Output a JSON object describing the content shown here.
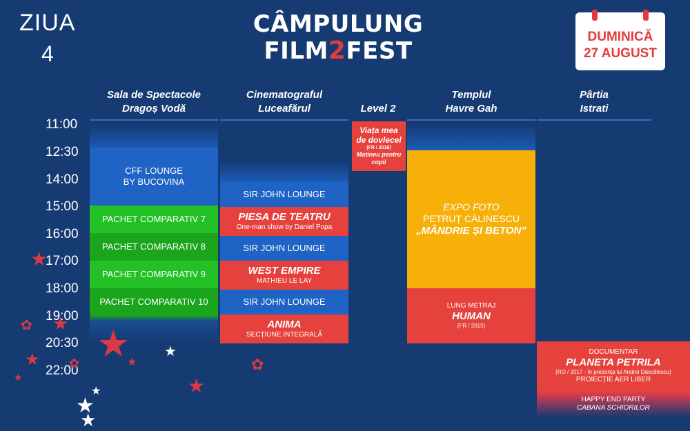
{
  "header": {
    "day_label": "ZIUA",
    "day_number": "4",
    "logo_line1": "CÂMPULUNG",
    "logo_line2_a": "FILM",
    "logo_line2_b": "2",
    "logo_line2_c": "FEST",
    "date_line1": "DUMINICĂ",
    "date_line2": "27 AUGUST"
  },
  "venues": [
    {
      "line1": "Sala de Spectacole",
      "line2": "Dragoș Vodă"
    },
    {
      "line1": "Cinematograful",
      "line2": "Luceafărul"
    },
    {
      "line1": "",
      "line2": "Level 2"
    },
    {
      "line1": "Templul",
      "line2": "Havre Gah"
    },
    {
      "line1": "Pârtia",
      "line2": "Istrati"
    }
  ],
  "times": [
    "11:00",
    "12:30",
    "14:00",
    "15:00",
    "16:00",
    "17:00",
    "18:00",
    "19:00",
    "20:30",
    "22:00"
  ],
  "events": {
    "cff_lounge": {
      "line1": "CFF LOUNGE",
      "line2": "BY BUCOVINA"
    },
    "pachet7": "PACHET COMPARATIV 7",
    "pachet8": "PACHET COMPARATIV 8",
    "pachet9": "PACHET COMPARATIV 9",
    "pachet10": "PACHET COMPARATIV 10",
    "sir_john_1": "SIR JOHN LOUNGE",
    "piesa": {
      "title": "PIESA DE TEATRU",
      "sub": "One-man show by Daniel Popa"
    },
    "sir_john_2": "SIR JOHN LOUNGE",
    "west_empire": {
      "title": "WEST EMPIRE",
      "sub": "MATHIEU LE LAY"
    },
    "sir_john_3": "SIR JOHN LOUNGE",
    "anima": {
      "title": "ANIMA",
      "sub": "SECȚIUNE INTEGRALĂ"
    },
    "viata": {
      "title1": "Viața mea",
      "title2": "de dovlecel",
      "meta": "(FR / 2016)",
      "sub1": "Matineu pentru",
      "sub2": "copii"
    },
    "expo": {
      "line1": "EXPO FOTO",
      "line2": "PETRUȚ CĂLINESCU",
      "line3": "„MÂNDRIE ȘI BETON”"
    },
    "human": {
      "pre": "LUNG METRAJ",
      "title": "HUMAN",
      "meta": "(FR / 2015)"
    },
    "planeta": {
      "pre": "DOCUMENTAR",
      "title": "PLANETA PETRILA",
      "meta": "(RO / 2017 - în prezența lui Andrei Dăscălescu)",
      "sub": "PROIECȚIE AER LIBER"
    },
    "happy_end": {
      "line1": "HAPPY END PARTY",
      "line2": "CABANA SCHIORILOR"
    }
  },
  "colors": {
    "background": "#163a72",
    "blue": "#1f63c5",
    "green": "#23c026",
    "red": "#e6423d",
    "orange": "#f7b009",
    "white": "#ffffff"
  }
}
